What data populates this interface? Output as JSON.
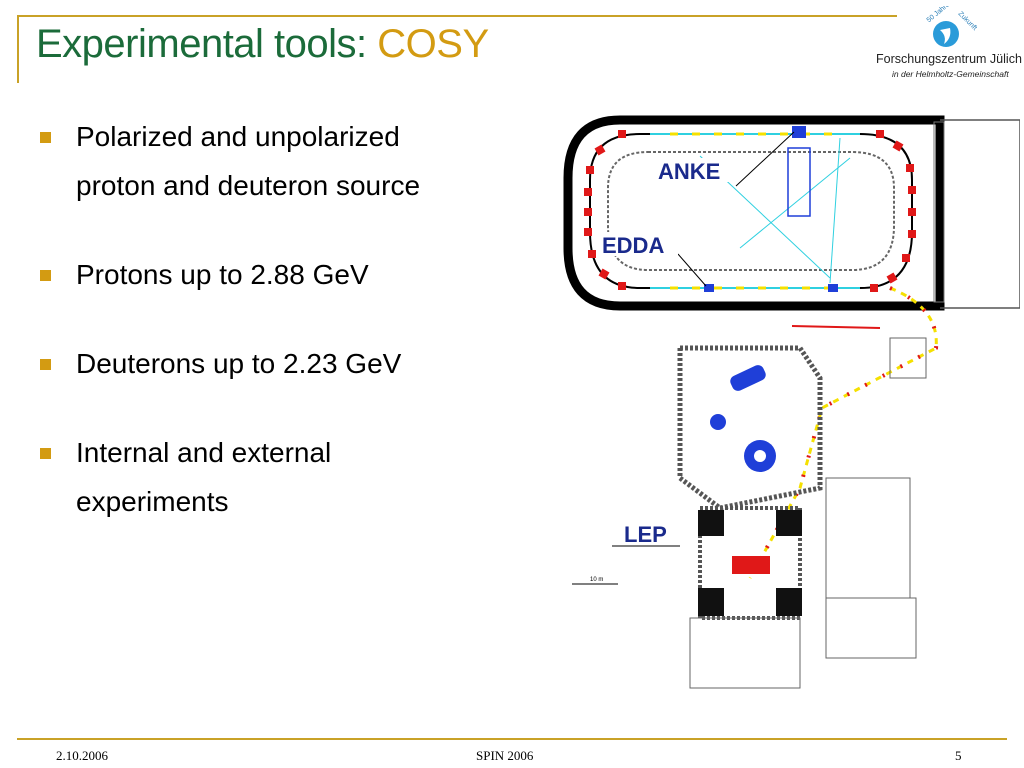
{
  "slide": {
    "title_main": "Experimental tools: ",
    "title_accent": "COSY",
    "logo": {
      "badge_text": "50 Jahre Zukunft",
      "name": "Forschungszentrum Jülich",
      "subtitle": "in der Helmholtz-Gemeinschaft"
    },
    "bullets": [
      {
        "lines": [
          "Polarized and unpolarized",
          "proton and deuteron source"
        ]
      },
      {
        "lines": [
          "Protons up to 2.88 GeV"
        ]
      },
      {
        "lines": [
          "Deuterons up to 2.23 GeV"
        ]
      },
      {
        "lines": [
          "Internal and external",
          "experiments"
        ]
      }
    ],
    "figure": {
      "labels": {
        "anke": "ANKE",
        "edda": "EDDA",
        "lep": "LEP",
        "scale": "10 m"
      }
    },
    "footer": {
      "date": "2.10.2006",
      "center": "SPIN 2006",
      "page": "5"
    },
    "colors": {
      "title_green": "#1b6b3a",
      "accent_gold": "#d39b12",
      "rule_gold": "#c9a227",
      "label_blue": "#1a2a8c"
    }
  }
}
